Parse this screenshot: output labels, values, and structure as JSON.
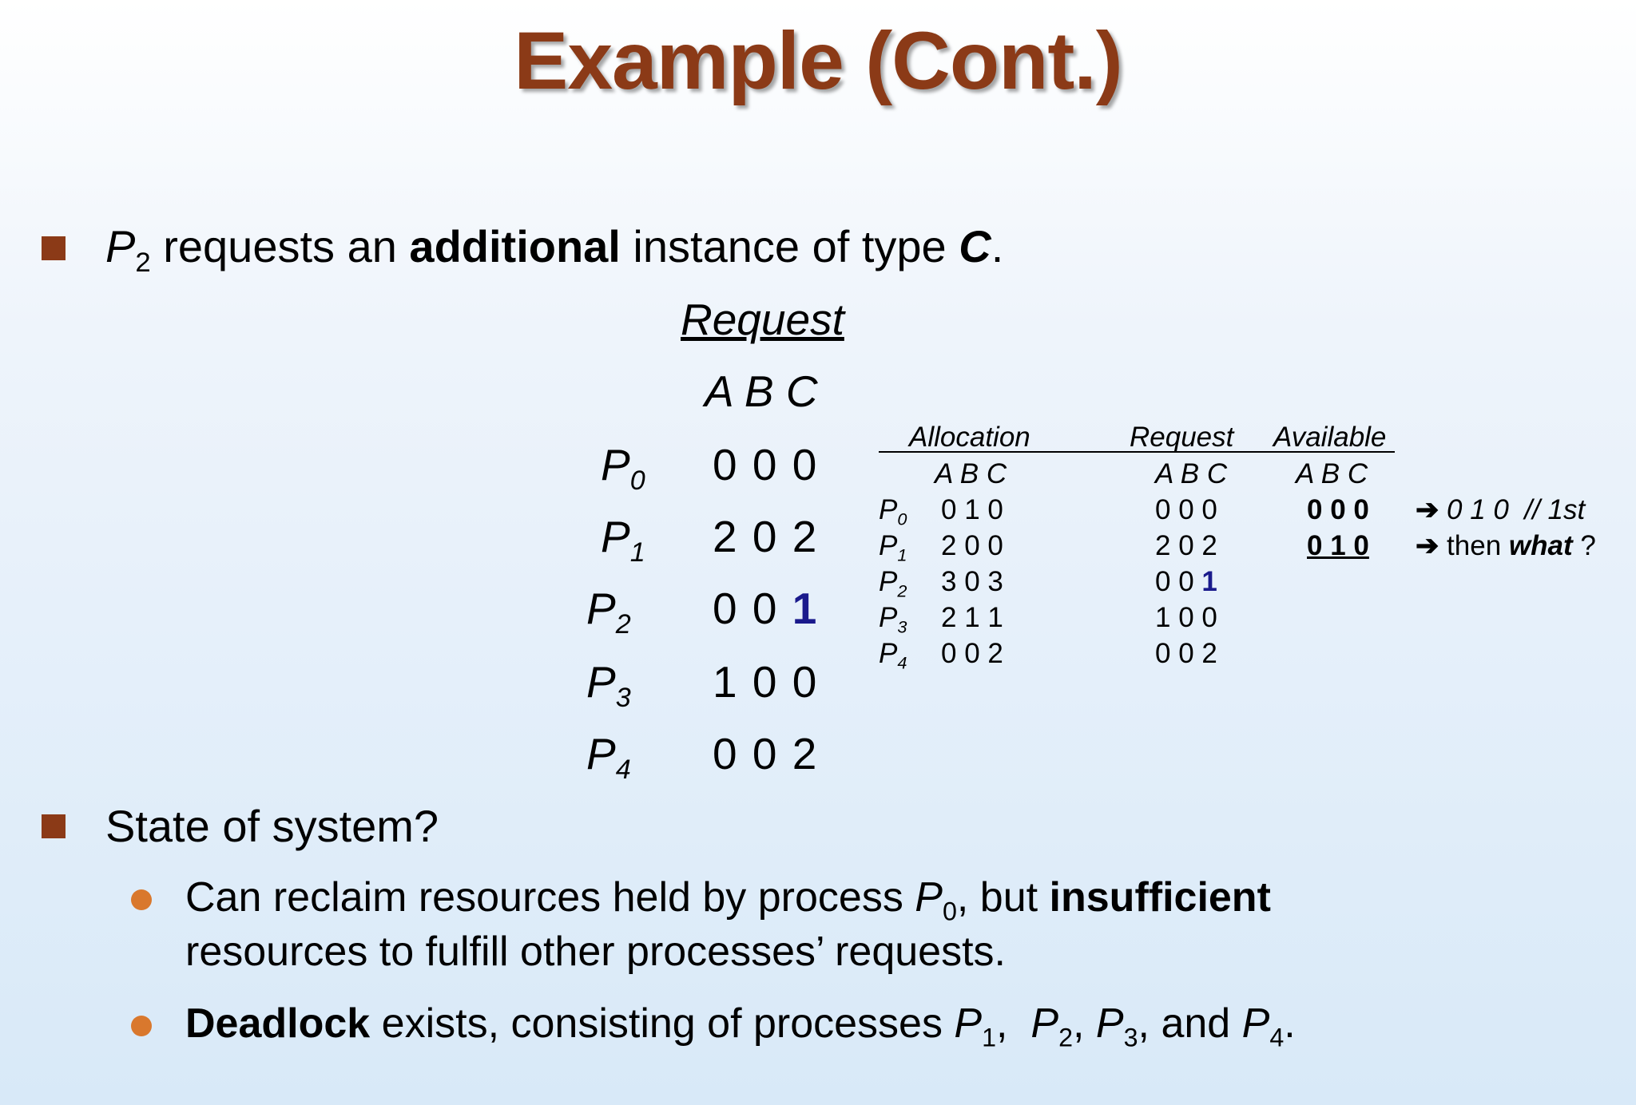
{
  "title": "Example (Cont.)",
  "bullet1": {
    "proc": "P",
    "proc_sub": "2",
    "text_a": " requests an ",
    "text_bold": "additional",
    "text_b": " instance of type ",
    "type": "C",
    "text_c": "."
  },
  "request_table": {
    "heading": "Request",
    "columns": "A B C",
    "rows": [
      {
        "proc": "P",
        "sub": "0",
        "values": "0 0 0"
      },
      {
        "proc": "P",
        "sub": "1",
        "values": "2 0 2"
      },
      {
        "proc": "P",
        "sub": "2",
        "values_prefix": "0 0 ",
        "values_highlight": "1"
      },
      {
        "proc": "P",
        "sub": "3",
        "values": "1 0 0"
      },
      {
        "proc": "P",
        "sub": "4",
        "values": "0 0 2"
      }
    ]
  },
  "small_table": {
    "headers": {
      "allocation": "Allocation",
      "request": "Request",
      "available": "Available"
    },
    "subheaders": {
      "allocation": "A B C",
      "request": "A B C",
      "available": "A B C"
    },
    "rows": [
      {
        "proc": "P",
        "sub": "0",
        "allocation": "0 1 0",
        "request": "0 0 0"
      },
      {
        "proc": "P",
        "sub": "1",
        "allocation": "2 0 0",
        "request": "2 0 2"
      },
      {
        "proc": "P",
        "sub": "2",
        "allocation": "3 0 3",
        "request_prefix": "0 0 ",
        "request_highlight": "1"
      },
      {
        "proc": "P",
        "sub": "3",
        "allocation": "2 1 1",
        "request": "1 0 0"
      },
      {
        "proc": "P",
        "sub": "4",
        "allocation": "0 0 2",
        "request": "0 0 2"
      }
    ],
    "available": [
      "0 0 0",
      "0 1 0"
    ],
    "notes": [
      {
        "arrow": "➔",
        "text": " 0 1 0  // 1st"
      },
      {
        "arrow": "➔",
        "text_a": " then ",
        "text_bold": "what",
        "text_b": " ?"
      }
    ]
  },
  "bullet2": {
    "text": "State of system?"
  },
  "sub_bullets": [
    {
      "line1_a": "Can reclaim resources held by process ",
      "proc": "P",
      "proc_sub": "0",
      "line1_b": ", but ",
      "line1_bold": "insufficient",
      "line2": "resources to fulfill other processes’ requests."
    },
    {
      "bold": "Deadlock",
      "text_a": " exists, consisting of processes ",
      "p": "P",
      "s1": "1",
      "sep1": ",  ",
      "s2": "2",
      "sep2": ", ",
      "s3": "3",
      "sep3": ", and ",
      "s4": "4",
      "end": "."
    }
  ],
  "colors": {
    "title": "#8b3a17",
    "bullet_square": "#8b3a17",
    "bullet_dot": "#d9782d",
    "highlight": "#1a1a8c"
  }
}
